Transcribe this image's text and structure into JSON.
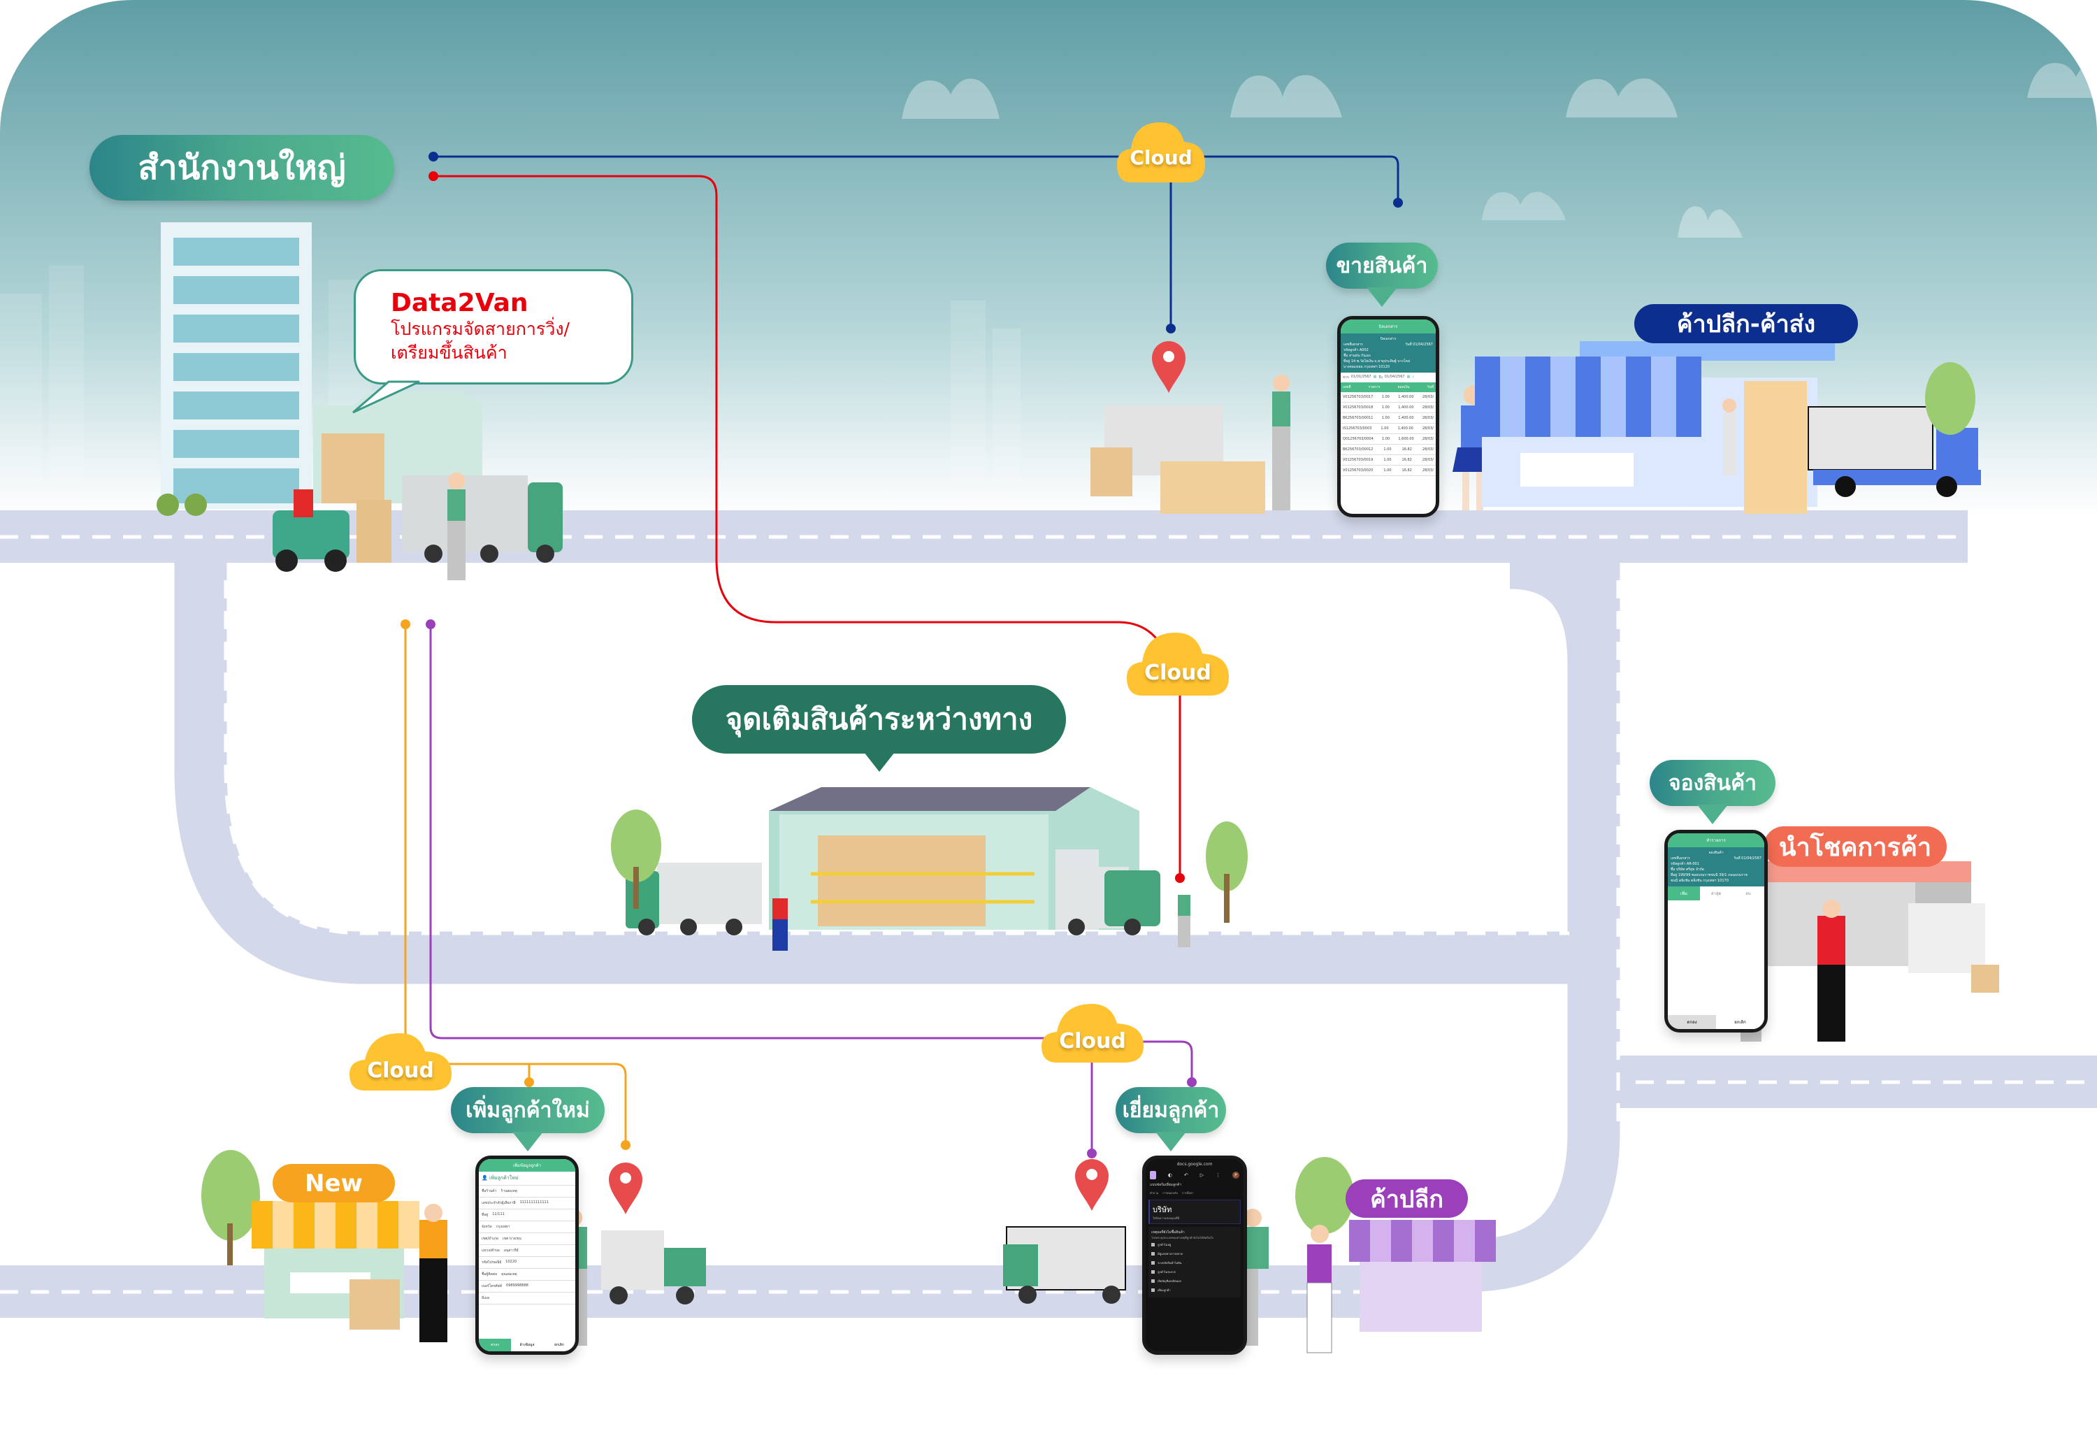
{
  "diagram": {
    "title": "Data2Van distribution flow",
    "colors": {
      "sky_top": "#5f9ea5",
      "road": "#d3d8ea",
      "cloud": "#ffc231",
      "pill_green_start": "#2c8589",
      "pill_green_end": "#56bb8f",
      "dark_green": "#27765f",
      "navy": "#0c2e8f",
      "coral": "#f26b53",
      "orange": "#f6a41f",
      "purple": "#9b3fbb",
      "red": "#e8000b",
      "line_blue": "#0c2e8f",
      "line_red": "#e8000b",
      "line_orange": "#f6a41f",
      "line_purple": "#9b3fbb"
    }
  },
  "headquarters": {
    "label": "สำนักงานใหญ่",
    "callout": {
      "brand": "Data2Van",
      "line1": "โปรแกรมจัดสายการวิ่ง/",
      "line2": "เตรียมขึ้นสินค้า"
    }
  },
  "clouds": [
    {
      "id": "cloud-top",
      "label": "Cloud",
      "line": "blue"
    },
    {
      "id": "cloud-middle",
      "label": "Cloud",
      "line": "red"
    },
    {
      "id": "cloud-bottom-left",
      "label": "Cloud",
      "line": "orange"
    },
    {
      "id": "cloud-bottom-middle",
      "label": "Cloud",
      "line": "purple"
    }
  ],
  "nodes": {
    "sell": {
      "label": "ขายสินค้า"
    },
    "wholesale": {
      "label": "ค้าปลีก-ค้าส่ง"
    },
    "midway": {
      "label": "จุดเติมสินค้าระหว่างทาง"
    },
    "reserve": {
      "label": "จองสินค้า"
    },
    "lucky": {
      "label": "นำโชคการค้า"
    },
    "new_customer": {
      "label": "เพิ่มลูกค้าใหม่"
    },
    "new_shop": {
      "label": "New"
    },
    "visit": {
      "label": "เยี่ยมลูกค้า"
    },
    "retail": {
      "label": "ค้าปลีก"
    }
  },
  "phones": {
    "sell": {
      "bar_title": "บิลเอกสาร",
      "header_title": "บิลเอกสาร",
      "doc_label": "เลขที่เอกสาร",
      "date": "วันที่ 01/04/2567",
      "customer_code": "รหัสลูกค้า A002",
      "name": "ชื่อ สามฝน กันเอง",
      "address1": "ที่อยู่ 14 ซ.วัดไผ่เงิน ถ.สาธุประดิษฐ์ บางโคล่",
      "address2": "บางคอแหลม กรุงเทพฯ 10120",
      "from_label": "จาก",
      "from_date": "01/01/2567",
      "to_label": "ถึง",
      "to_date": "01/04/2567",
      "columns": [
        "เลขที่",
        "รายการ",
        "ยอดเงิน",
        "วันที่"
      ],
      "rows": [
        [
          "V01256703/0017",
          "1.00",
          "1,400.00",
          "28/03/"
        ],
        [
          "V01256703/0018",
          "1.00",
          "1,400.00",
          "28/03/"
        ],
        [
          "BK256703/00011",
          "1.00",
          "1,400.00",
          "28/03/"
        ],
        [
          "IS1256703/0003",
          "1.00",
          "1,400.00",
          "28/03/"
        ],
        [
          "Q01256703/0004",
          "1.00",
          "1,600.00",
          "28/03/"
        ],
        [
          "BK256703/00012",
          "1.00",
          "16.82",
          "28/03/"
        ],
        [
          "V01256703/0019",
          "1.00",
          "16.82",
          "28/03/"
        ],
        [
          "V01256703/0020",
          "1.00",
          "16.82",
          "28/03/"
        ]
      ]
    },
    "reserve": {
      "bar_title": "ทำรายการ",
      "header_title": "จองสินค้า",
      "doc_label": "เลขที่เอกสาร",
      "date": "วันที่ 01/04/2567",
      "customer_code": "รหัสลูกค้า AR-001",
      "name": "ชื่อ บริษัท ศรีสุข จำกัด",
      "address1": "ที่อยู่ 199/99 ซอยบรมราชชนนี 39/1 ถนนบรมราช",
      "address2": "ชนนี ตลิ่งชัน ตลิ่งชัน กรุงเทพฯ 10170",
      "tabs": [
        "เพิ่ม",
        "ล่าสุด",
        "ลบ"
      ],
      "footer": [
        "ตกลง",
        "ยกเลิก"
      ]
    },
    "new_customer": {
      "bar_title": "เพิ่มข้อมูลลูกค้า",
      "section_title": "เพิ่มลูกค้าใหม่",
      "fields": [
        {
          "label": "ชื่อร้านค้า",
          "value": "ร้านสมเหตุ"
        },
        {
          "label": "เลขประจำตัวผู้เสียภาษี",
          "value": "1111111111111"
        },
        {
          "label": "ที่อยู่",
          "value": "11/111"
        },
        {
          "label": "จังหวัด",
          "value": "กรุงเทพฯ"
        },
        {
          "label": "เขต/อำเภอ",
          "value": "เขต บางเขน"
        },
        {
          "label": "แขวง/ตำบล",
          "value": "อนุสาวรีย์"
        },
        {
          "label": "รหัสไปรษณีย์",
          "value": "10220"
        },
        {
          "label": "ชื่อผู้ติดต่อ",
          "value": "คุณสมเหตุ"
        },
        {
          "label": "เบอร์โทรศัพท์",
          "value": "0989998888"
        },
        {
          "label": "อีเมล",
          "value": ""
        }
      ],
      "footer": [
        "ตกลง",
        "ล้างข้อมูล",
        "ยกเลิก"
      ]
    },
    "visit": {
      "url": "docs.google.com",
      "form_title": "แบบฟอร์มเยี่ยมลูกค้า",
      "tabs": [
        "คำถาม",
        "การตอบกลับ",
        "การตั้งค่า"
      ],
      "company_heading": "บริษัท",
      "company_hint": "ใส่ข้อความของคุณที่นี่",
      "question": "เหตุผลที่ยังไม่ซื้อสินค้า",
      "question_hint": "โปรดระบุประเภทของสาเหตุที่ลูกค้ายังไม่ได้ตัดสินใจ",
      "options": [
        "ลูกค้าไม่อยู่",
        "มีคู่แข่งทางการตลาด",
        "ระบบบิลสินค้าไม่ทัน",
        "ลูกค้าไม่สะดวก",
        "เปิดบัญชีเครดิตนอก",
        "เยี่ยมลูกค้า"
      ],
      "avatar_initial": "P"
    }
  }
}
